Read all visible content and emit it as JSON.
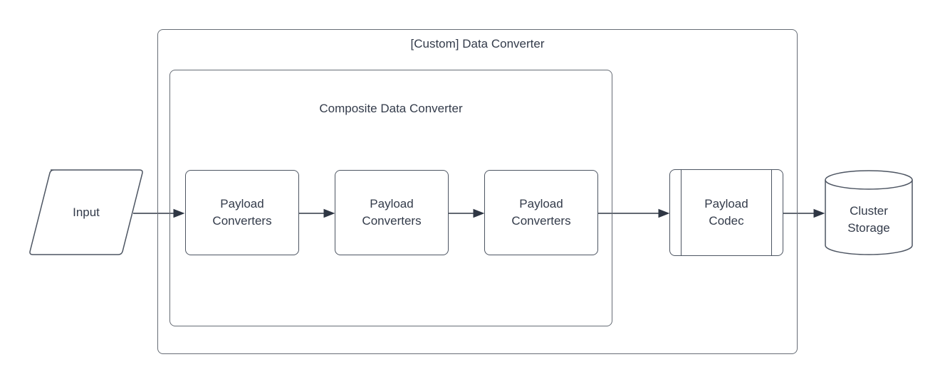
{
  "diagram": {
    "type": "flowchart",
    "containers": {
      "custom_data_converter": {
        "label": "[Custom] Data Converter"
      },
      "composite_data_converter": {
        "label": "Composite Data Converter"
      }
    },
    "nodes": {
      "input": {
        "label": "Input",
        "shape": "parallelogram"
      },
      "payload_converter_1": {
        "label": "Payload Converters",
        "shape": "rounded-rectangle"
      },
      "payload_converter_2": {
        "label": "Payload Converters",
        "shape": "rounded-rectangle"
      },
      "payload_converter_3": {
        "label": "Payload Converters",
        "shape": "rounded-rectangle"
      },
      "payload_codec": {
        "label": "Payload Codec",
        "shape": "subroutine"
      },
      "cluster_storage": {
        "label": "Cluster Storage",
        "shape": "cylinder"
      }
    },
    "edges": [
      {
        "from": "input",
        "to": "payload_converter_1"
      },
      {
        "from": "payload_converter_1",
        "to": "payload_converter_2"
      },
      {
        "from": "payload_converter_2",
        "to": "payload_converter_3"
      },
      {
        "from": "payload_converter_3",
        "to": "payload_codec"
      },
      {
        "from": "payload_codec",
        "to": "cluster_storage"
      }
    ],
    "colors": {
      "background": "#ffffff",
      "text": "#333b4a",
      "container_stroke": "#666c75",
      "node_stroke": "#4d5562",
      "arrow": "#2f3744",
      "shape_fill": "#ffffff"
    }
  }
}
